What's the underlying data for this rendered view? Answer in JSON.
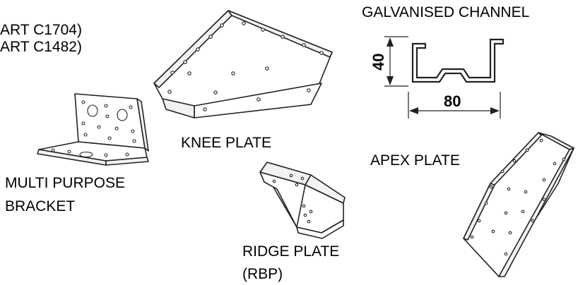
{
  "labels": {
    "art_1": "ART C1704)",
    "art_2": "ART C1482)",
    "galvanised_channel": "GALVANISED CHANNEL",
    "knee_plate": "KNEE PLATE",
    "apex_plate": "APEX PLATE",
    "multi_purpose_line1": "MULTI PURPOSE",
    "multi_purpose_line2": "BRACKET",
    "ridge_plate_line1": "RIDGE PLATE",
    "ridge_plate_line2": "(RBP)"
  },
  "dimensions": {
    "channel_height": "40",
    "channel_width": "80"
  }
}
